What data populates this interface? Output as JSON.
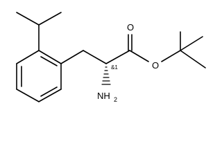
{
  "molecule": {
    "atom_labels": {
      "carbonyl_oxygen": "O",
      "ester_oxygen": "O",
      "amine_main": "NH",
      "amine_sub": "2"
    },
    "stereo_label": "&1",
    "colors": {
      "bond": "#000000",
      "text": "#000000",
      "background": "#ffffff"
    }
  }
}
